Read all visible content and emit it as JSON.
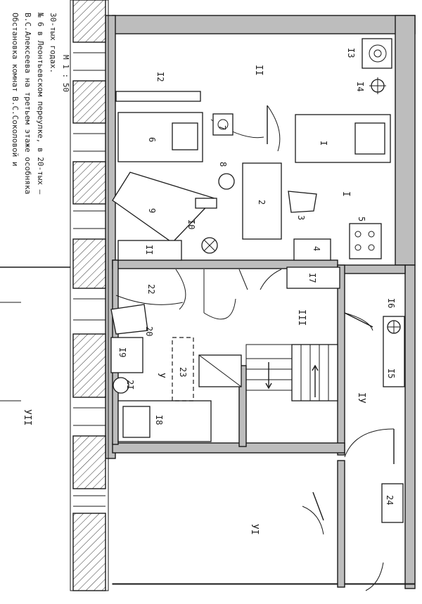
{
  "caption": {
    "lines": [
      "Обстановка комнат В.С.Соколовой и",
      "В.С.Алексеева на третьем этаже особняка",
      "№ 6 в Леонтьевском переулке, в 20-тых –",
      "30-тых годах."
    ],
    "scale": "М 1 : 50"
  },
  "rooms": {
    "r1": "I",
    "r2": "II",
    "r3": "III",
    "r4": "IУ",
    "r5": "У",
    "r6": "УI",
    "r7": "УII"
  },
  "items": {
    "n1": "I",
    "n2": "2",
    "n3": "3",
    "n4": "4",
    "n5": "5",
    "n6": "6",
    "n7": "7",
    "n8": "8",
    "n9": "9",
    "n10": "I0",
    "n11": "II",
    "n12": "I2",
    "n13": "I3",
    "n14": "I4",
    "n15": "I5",
    "n16": "I6",
    "n17": "I7",
    "n18": "I8",
    "n19": "I9",
    "n20": "20",
    "n21": "2I",
    "n22": "22",
    "n23": "23",
    "n24": "24"
  }
}
